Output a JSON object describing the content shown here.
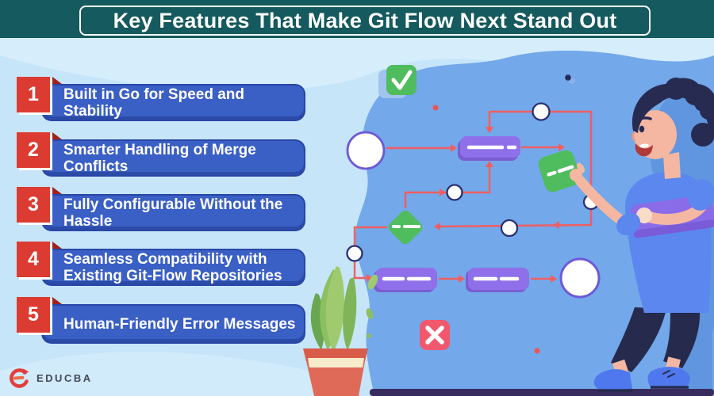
{
  "header": {
    "title": "Key Features That Make Git Flow Next Stand Out"
  },
  "features": [
    {
      "number": "1",
      "label": "Built in Go for Speed and\nStability"
    },
    {
      "number": "2",
      "label": "Smarter Handling of Merge\nConflicts"
    },
    {
      "number": "3",
      "label": "Fully Configurable Without the\nHassle"
    },
    {
      "number": "4",
      "label": "Seamless Compatibility with\nExisting Git-Flow Repositories"
    },
    {
      "number": "5",
      "label": "Human-Friendly Error Messages"
    }
  ],
  "footer": {
    "brand": "EDUCBA"
  },
  "illustration": {
    "type": "git-flow-flowchart-with-person",
    "icons": [
      "check-icon",
      "cross-icon",
      "commit-node",
      "merge-diamond",
      "branch-circle",
      "educba-logo-icon"
    ],
    "elements": [
      "flowchart arrows",
      "commit nodes",
      "merge diamonds",
      "branch circles",
      "person holding commit card",
      "potted plant"
    ]
  },
  "colors": {
    "header_teal": "#145a5e",
    "banner_blue": "#3a5fc5",
    "number_red": "#dc3b32",
    "fold_dark_red": "#9e221b",
    "background_light_blue": "#c6e5f8",
    "blob_blue": "#73a8ea",
    "node_purple": "#8f70ea",
    "success_green": "#4fbc5e",
    "error_pink": "#f2586d",
    "arrow_red": "#f15e60",
    "floor_purple": "#382b5e",
    "brand_red": "#e2403d"
  }
}
